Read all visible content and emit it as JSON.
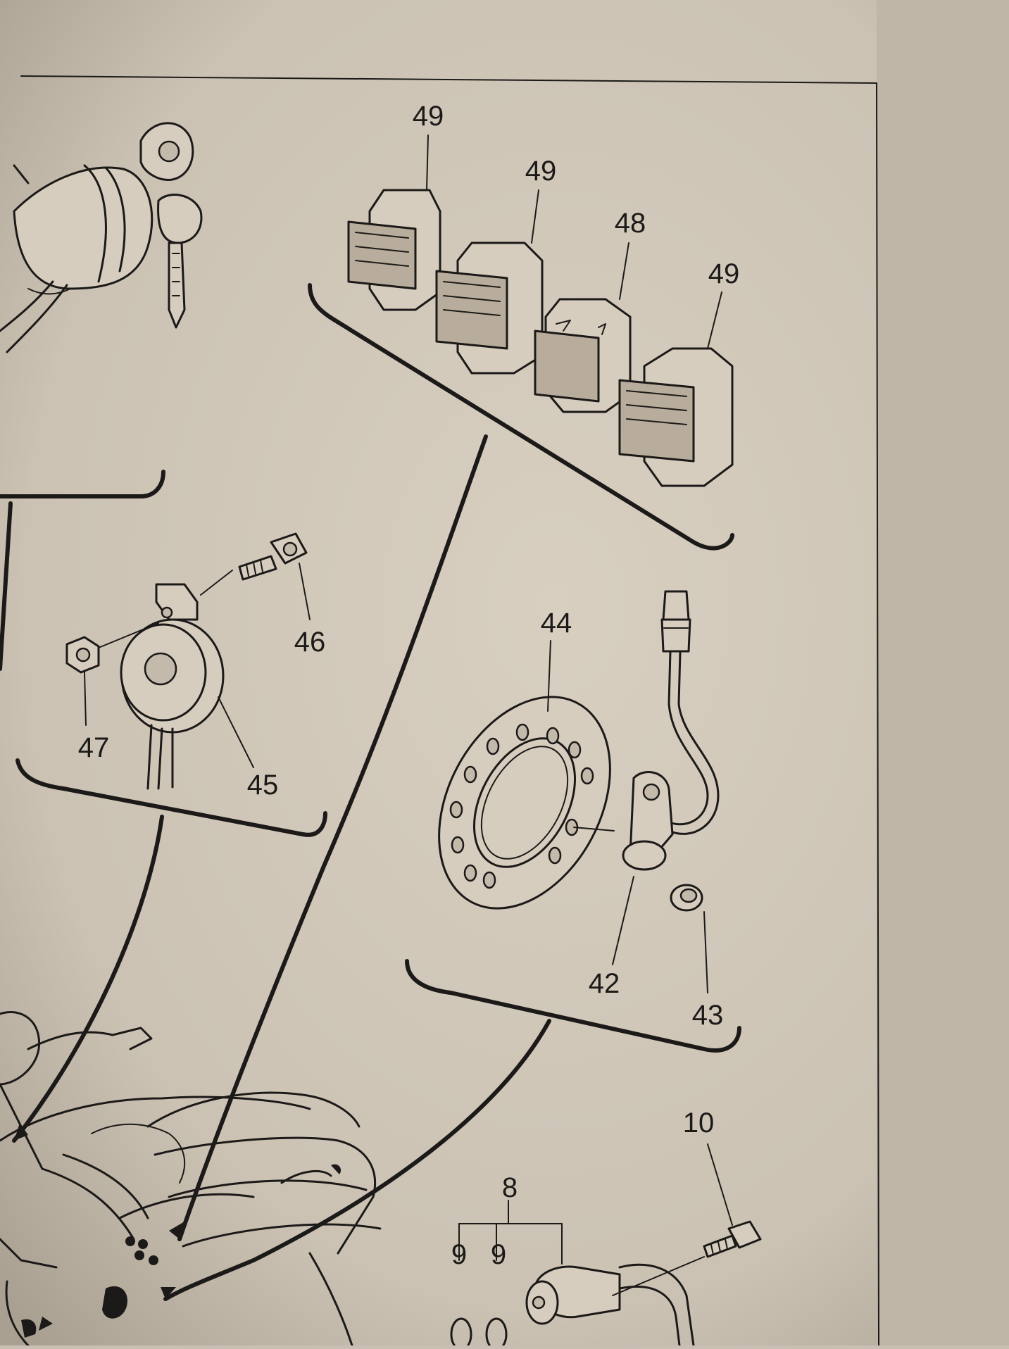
{
  "colors": {
    "paper": "#d2c9bb",
    "ink": "#1c1a18",
    "shadow": "#b9b0a2"
  },
  "callouts": {
    "relay_left": "49",
    "relay_second": "49",
    "relay_third": "48",
    "relay_right": "49",
    "screw_sensor": "46",
    "nut_sensor": "47",
    "sensor_body": "45",
    "rotor_plate": "44",
    "pickup_coil": "42",
    "collar": "43",
    "assembly_group": "8",
    "oring_left": "9",
    "oring_right": "9",
    "bolt_bottom": "10"
  },
  "icons": [
    "ignition-key-icon",
    "relay-icon",
    "screw-icon",
    "nut-icon",
    "sensor-icon",
    "rotor-plate-icon",
    "connector-icon"
  ]
}
